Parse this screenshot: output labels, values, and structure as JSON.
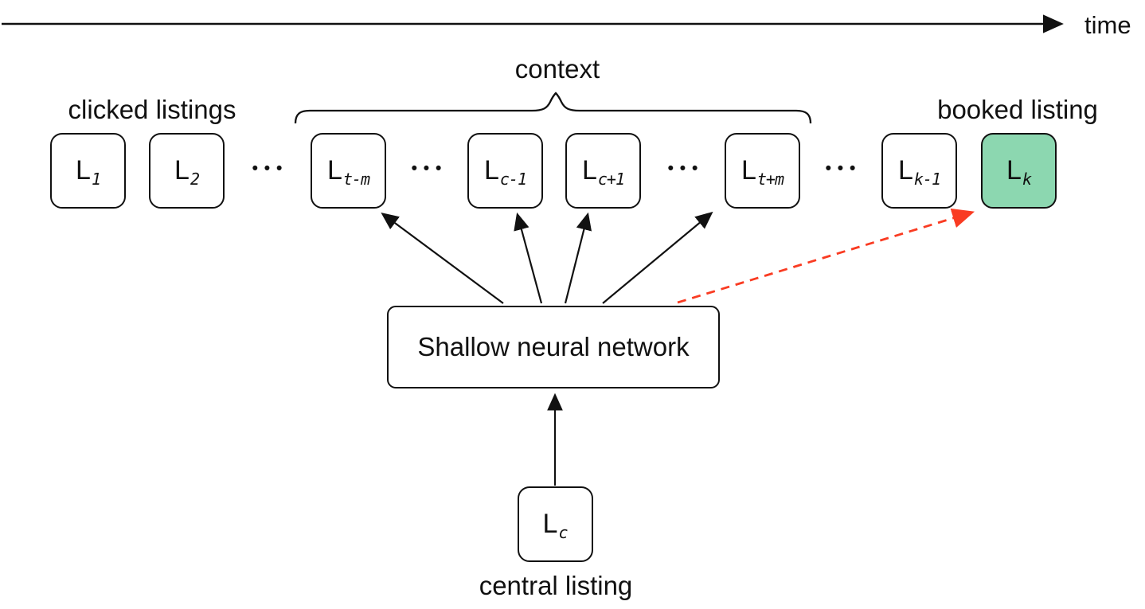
{
  "diagram": {
    "axis_label": "time",
    "section_labels": {
      "clicked": "clicked listings",
      "context": "context",
      "booked": "booked listing",
      "central": "central listing"
    },
    "network_label": "Shallow neural network",
    "ellipsis": "• • •",
    "colors": {
      "booked_fill": "#8CD7B0",
      "accent_red": "#F93B22",
      "ink": "#111111"
    },
    "listings": [
      {
        "base": "L",
        "sub": "1"
      },
      {
        "base": "L",
        "sub": "2"
      },
      {
        "base": "L",
        "sub": "t-m"
      },
      {
        "base": "L",
        "sub": "c-1"
      },
      {
        "base": "L",
        "sub": "c+1"
      },
      {
        "base": "L",
        "sub": "t+m"
      },
      {
        "base": "L",
        "sub": "k-1"
      },
      {
        "base": "L",
        "sub": "k"
      }
    ],
    "central": {
      "base": "L",
      "sub": "c"
    }
  }
}
